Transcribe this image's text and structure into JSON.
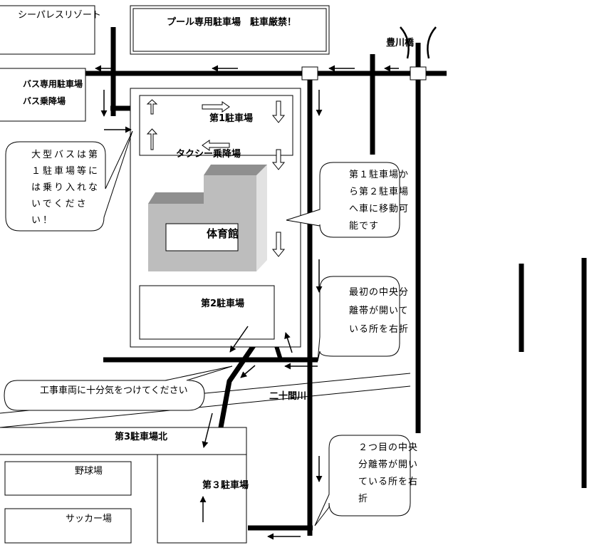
{
  "labels": {
    "resort": "シーパレスリゾート",
    "pool_notice": "プール専用駐車場　駐車厳禁！",
    "toyokawa": "豊川橋",
    "bus_parking": "バス専用駐車場",
    "bus_stop": "バス乗降場",
    "lot1": "第1駐車場",
    "taxi": "タクシー乗降場",
    "gym": "体育館",
    "lot2": "第2駐車場",
    "nijikken": "二十間川",
    "lot3_north": "第3駐車場北",
    "lot3": "第３駐車場",
    "baseball": "野球場",
    "soccer": "サッカー場"
  },
  "notes": {
    "bus_warning": "大型バスは第１駐車場等には乗り入れないでください！",
    "move_lot": "第１駐車場から第２駐車場へ車に移動可能です",
    "first_turn": "最初の中央分離帯が開いている所を右折",
    "construction": "工事車両に十分気をつけてください",
    "second_turn": "２つ目の中央分離帯が開いている所を右折"
  },
  "colors": {
    "road": "#000000",
    "gym_front": "#bdbdbd",
    "gym_top": "#8f8f8f",
    "gym_side": "#e2e2e2"
  }
}
